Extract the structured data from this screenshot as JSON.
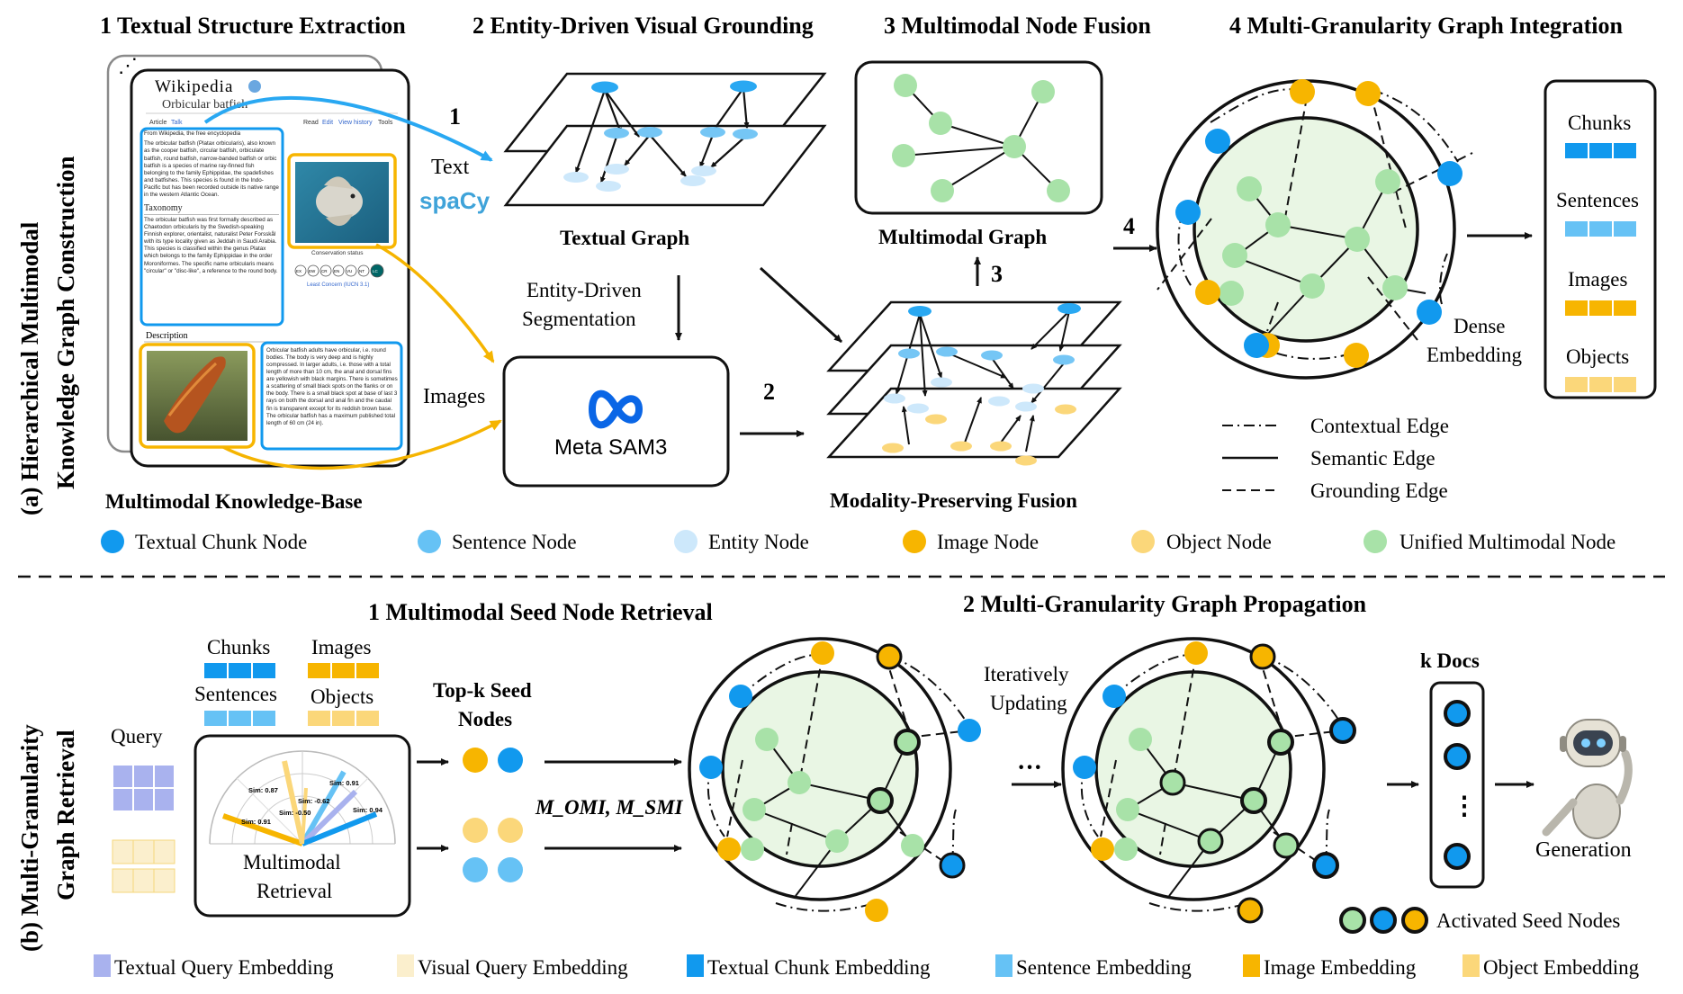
{
  "colors": {
    "chunk": "#1199ee",
    "sentence": "#66c2f5",
    "entity": "#cde8fb",
    "image": "#f7b500",
    "object": "#fbd77a",
    "unified": "#a8e2a8",
    "circle_fill": "#e9f6e4",
    "query_text": "#a9b2ee",
    "query_visual": "#fbefcd",
    "arrow_blue": "#29a8f2",
    "arrow_yellow": "#f5b400",
    "meta_blue": "#0a66e6",
    "spacy_blue": "#3fa3d9"
  },
  "part_a": {
    "side_label_line1": "(a)   Hierarchical Multimodal",
    "side_label_line2": "Knowledge Graph Construction",
    "steps": [
      "1 Textual Structure Extraction",
      "2 Entity-Driven Visual Grounding",
      "3 Multimodal Node Fusion",
      "4 Multi-Granularity Graph Integration"
    ],
    "wiki": {
      "logo": "Wikipedia",
      "title": "Orbicular batfish",
      "tabs": [
        "Article",
        "Talk",
        "Read",
        "Edit",
        "View history",
        "Tools"
      ],
      "from": "From Wikipedia, the free encyclopedia",
      "p1": "The orbicular batfish (Platax orbicularis), also known as the cooper batfish, circular batfish, orbiculate batfish, round batfish, narrow-banded batfish or orbic batfish is a species of marine ray-finned fish belonging to the family Ephippidae, the spadefishes and batfishes. This species is found in the Indo-Pacific but has been recorded outside its native range in the western Atlantic Ocean.",
      "taxonomy": "Taxonomy",
      "p2": "The orbicular batfish was first formally described as Chaetodon orbicularis by the Swedish-speaking Finnish explorer, orientalist, naturalist Peter Forsskål with its type locality given as Jeddah in Saudi Arabia. This species is classified within the genus Platax which belongs to the family Ephippidae in the order Moroniformes. The specific name orbicularis means \"circular\" or \"disc-like\", a reference to the round body.",
      "description": "Description",
      "p3": "Orbicular batfish adults have orbicular, i.e. round bodies. The body is very deep and is highly compressed. In larger adults, i.e. those with a total length of more than 10 cm, the anal and dorsal fins are yellowish with black margins. There is sometimes a scattering of small black spots on the flanks or on the body. There is a small black spot at base of last 3 rays on both the dorsal and anal fin and the caudal fin is transparent except for its reddish brown base. The orbicular batfish has a maximum published total length of 60 cm (24 in).",
      "status_label": "Conservation status",
      "status_codes": [
        "EX",
        "EW",
        "CR",
        "EN",
        "VU",
        "NT",
        "LC"
      ],
      "status_text": "Least Concern (IUCN 3.1)",
      "caption": "Multimodal Knowledge-Base"
    },
    "arrow_1": "1",
    "text_label": "Text",
    "spacy": "spaCy",
    "images_label": "Images",
    "textual_graph": "Textual Graph",
    "segmentation_line1": "Entity-Driven",
    "segmentation_line2": "Segmentation",
    "meta_label": "Meta SAM3",
    "arrow_2": "2",
    "multimodal_graph": "Multimodal Graph",
    "arrow_3": "3",
    "fusion_label": "Modality-Preserving Fusion",
    "arrow_4": "4",
    "dense_line1": "Dense",
    "dense_line2": "Embedding",
    "store": [
      "Chunks",
      "Sentences",
      "Images",
      "Objects"
    ],
    "edges": [
      "Contextual Edge",
      "Semantic Edge",
      "Grounding Edge"
    ],
    "nodes": [
      "Textual Chunk Node",
      "Sentence Node",
      "Entity Node",
      "Image Node",
      "Object Node",
      "Unified Multimodal Node"
    ]
  },
  "part_b": {
    "side_label_line1": "(b)   Multi-Granularity",
    "side_label_line2": "Graph Retrieval",
    "step1": "1 Multimodal Seed Node Retrieval",
    "step2": "2 Multi-Granularity Graph Propagation",
    "query": "Query",
    "emb_labels": [
      "Chunks",
      "Images",
      "Sentences",
      "Objects"
    ],
    "retrieval_line1": "Multimodal",
    "retrieval_line2": "Retrieval",
    "sims": [
      "Sim: 0.87",
      "Sim: 0.91",
      "Sim: -0.62",
      "Sim: -0.50",
      "Sim: 0.91",
      "Sim: 0.94"
    ],
    "topk_line1": "Top-k Seed",
    "topk_line2": "Nodes",
    "m_label": "M_OMI, M_SMI",
    "iter_line1": "Iteratively",
    "iter_line2": "Updating",
    "ellipsis": "···",
    "kdocs": "k Docs",
    "generation": "Generation",
    "activated": "Activated Seed Nodes",
    "legend": [
      "Textual Query Embedding",
      "Visual Query Embedding",
      "Textual Chunk Embedding",
      "Sentence Embedding",
      "Image Embedding",
      "Object Embedding"
    ]
  }
}
